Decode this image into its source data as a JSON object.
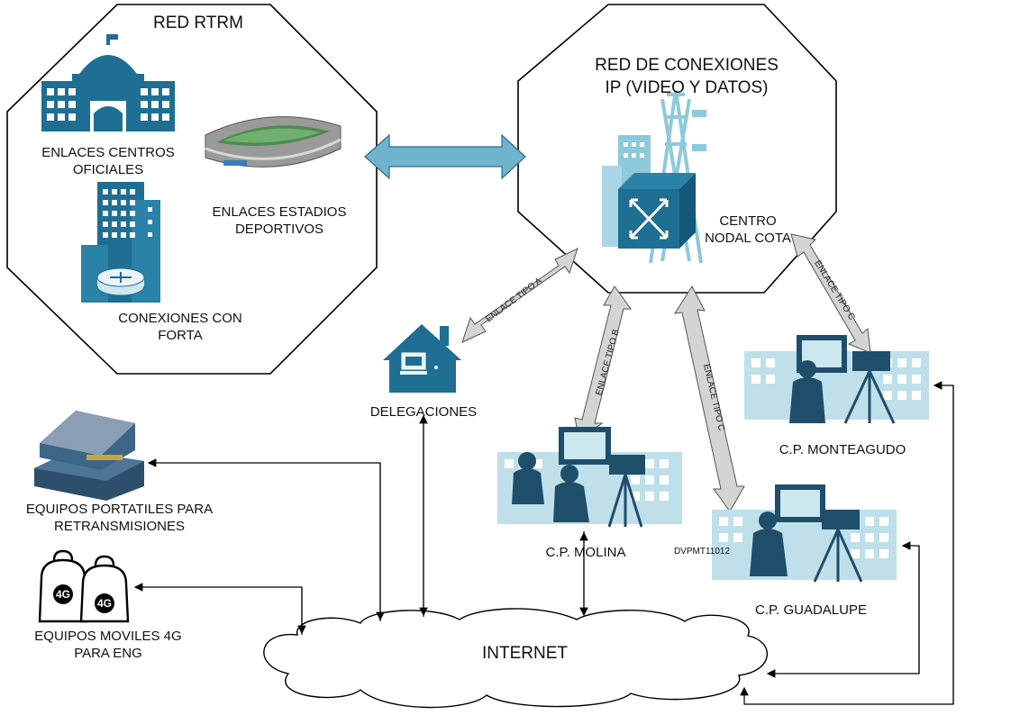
{
  "left_group": {
    "title": "RED RTRM",
    "item_centros_line1": "ENLACES CENTROS",
    "item_centros_line2": "OFICIALES",
    "item_estadios_line1": "ENLACES ESTADIOS",
    "item_estadios_line2": "DEPORTIVOS",
    "item_forta_line1": "CONEXIONES CON",
    "item_forta_line2": "FORTA"
  },
  "right_group": {
    "title_line1": "RED DE CONEXIONES",
    "title_line2": "IP (VIDEO Y DATOS)",
    "node_line1": "CENTRO",
    "node_line2": "NODAL COTA"
  },
  "links": {
    "tipo_a": "ENLACE TIPO A",
    "tipo_b": "ENLACE TIPO B",
    "tipo_c_guadalupe": "ENLACE TIPO C",
    "tipo_c_monteagudo": "ENLACE TIPO C"
  },
  "sites": {
    "delegaciones": "DELEGACIONES",
    "molina": "C.P. MOLINA",
    "monteagudo": "C.P. MONTEAGUDO",
    "guadalupe": "C.P. GUADALUPE",
    "guadalupe_code": "DVPMT11012"
  },
  "equipment": {
    "portatiles_line1": "EQUIPOS PORTATILES PARA",
    "portatiles_line2": "RETRANSMISIONES",
    "moviles_line1": "EQUIPOS MOVILES 4G",
    "moviles_line2": "PARA ENG",
    "badge_4g": "4G"
  },
  "internet_label": "INTERNET",
  "colors": {
    "icon_blue": "#1f6e93",
    "icon_light": "#8ec9dc",
    "link_arrow_fill": "#d4d4d4",
    "double_arrow_fill": "#6fb3cf"
  }
}
